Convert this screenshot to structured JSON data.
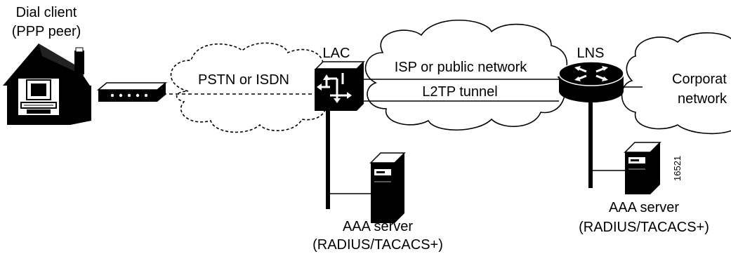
{
  "labels": {
    "dial_client_line1": "Dial client",
    "dial_client_line2": "(PPP peer)",
    "pstn": "PSTN or ISDN",
    "lac": "LAC",
    "isp": "ISP or public network",
    "l2tp_tunnel": "L2TP tunnel",
    "lns": "LNS",
    "corporate_line1": "Corporat",
    "corporate_line2": "network",
    "aaa_left_line1": "AAA server",
    "aaa_left_line2": "(RADIUS/TACACS+)",
    "aaa_right_line1": "AAA server",
    "aaa_right_line2": "(RADIUS/TACACS+)",
    "figure_id": "16521"
  },
  "icons": {
    "house": "house-with-computer-icon",
    "modem": "modem-icon",
    "lac": "access-server-icon",
    "lns": "router-icon",
    "server": "tower-server-icon"
  },
  "colors": {
    "line": "#000000",
    "background": "#ffffff"
  }
}
